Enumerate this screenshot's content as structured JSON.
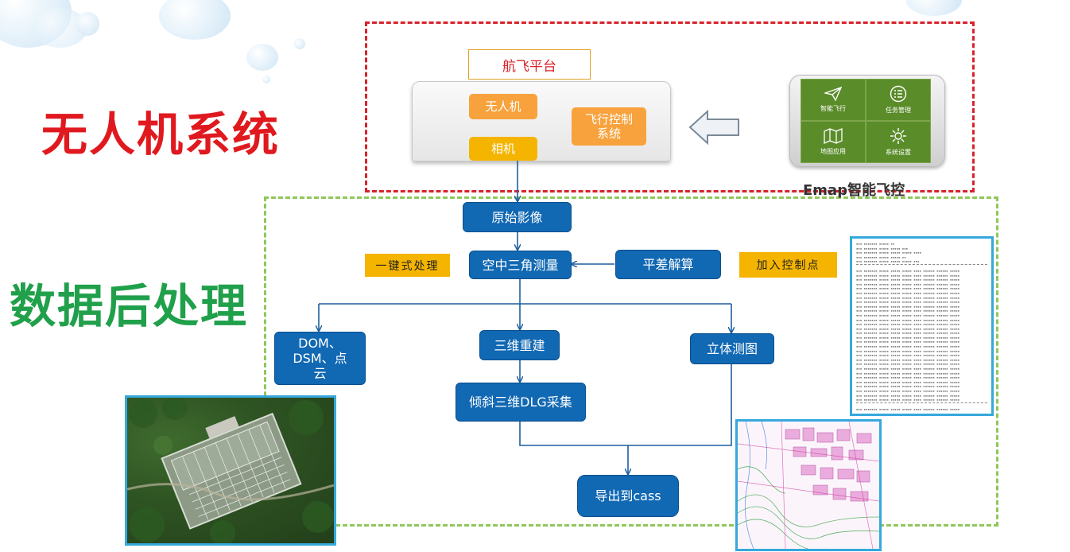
{
  "titles": {
    "uav_system": "无人机系统",
    "post_processing": "数据后处理"
  },
  "platform": {
    "title": "航飞平台",
    "uav": "无人机",
    "camera": "相机",
    "flight_control": "飞行控制系统"
  },
  "phone": {
    "caption": "Emap智能飞控",
    "tiles": [
      "智能飞行",
      "任务管理",
      "地图应用",
      "系统设置"
    ],
    "icons": [
      "paper-plane-icon",
      "list-icon",
      "map-icon",
      "gear-icon"
    ]
  },
  "flow": {
    "raw_images": "原始影像",
    "aerotriangulation": "空中三角测量",
    "adjustment": "平差解算",
    "dom_dsm": "DOM、DSM、点云",
    "reconstruction_3d": "三维重建",
    "stereo_mapping": "立体测图",
    "oblique_dlg": "倾斜三维DLG采集",
    "export_cass": "导出到cass"
  },
  "tags": {
    "one_click": "一键式处理",
    "add_control": "加入控制点"
  },
  "colors": {
    "title_red": "#e0191f",
    "title_green": "#20a04a",
    "flow_blue": "#1168b3",
    "orange": "#f7a23c",
    "yellow": "#f5b400",
    "red_dash": "#d9222a",
    "green_dash": "#8fc85a",
    "phone_green": "#5a8c2a"
  }
}
